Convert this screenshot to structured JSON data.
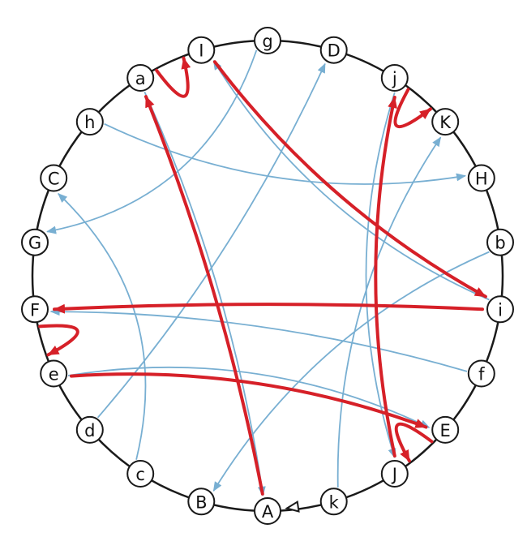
{
  "colors": {
    "circle": "#1a1a1a",
    "chord": "#78afd2",
    "path": "#d62028",
    "node_fill": "#ffffff",
    "node_stroke": "#1a1a1a"
  },
  "nodes": [
    {
      "id": "A",
      "label": "A"
    },
    {
      "id": "B",
      "label": "B"
    },
    {
      "id": "c",
      "label": "c"
    },
    {
      "id": "d",
      "label": "d"
    },
    {
      "id": "e",
      "label": "e"
    },
    {
      "id": "F",
      "label": "F"
    },
    {
      "id": "G",
      "label": "G"
    },
    {
      "id": "C",
      "label": "C"
    },
    {
      "id": "h",
      "label": "h"
    },
    {
      "id": "a",
      "label": "a"
    },
    {
      "id": "I",
      "label": "I"
    },
    {
      "id": "g",
      "label": "g"
    },
    {
      "id": "D",
      "label": "D"
    },
    {
      "id": "j",
      "label": "j"
    },
    {
      "id": "K",
      "label": "K"
    },
    {
      "id": "H",
      "label": "H"
    },
    {
      "id": "b",
      "label": "b"
    },
    {
      "id": "i",
      "label": "i"
    },
    {
      "id": "f",
      "label": "f"
    },
    {
      "id": "E",
      "label": "E"
    },
    {
      "id": "J",
      "label": "J"
    },
    {
      "id": "k",
      "label": "k"
    }
  ],
  "chords": [
    {
      "from": "g",
      "to": "G"
    },
    {
      "from": "h",
      "to": "H"
    },
    {
      "from": "d",
      "to": "D"
    },
    {
      "from": "a",
      "to": "A"
    },
    {
      "from": "i",
      "to": "I"
    },
    {
      "from": "b",
      "to": "B"
    },
    {
      "from": "f",
      "to": "F"
    },
    {
      "from": "e",
      "to": "E"
    },
    {
      "from": "c",
      "to": "C"
    },
    {
      "from": "j",
      "to": "J"
    },
    {
      "from": "k",
      "to": "K"
    }
  ],
  "path": [
    "k",
    "A",
    "a",
    "I",
    "i",
    "F",
    "e",
    "E",
    "J",
    "j",
    "K"
  ]
}
